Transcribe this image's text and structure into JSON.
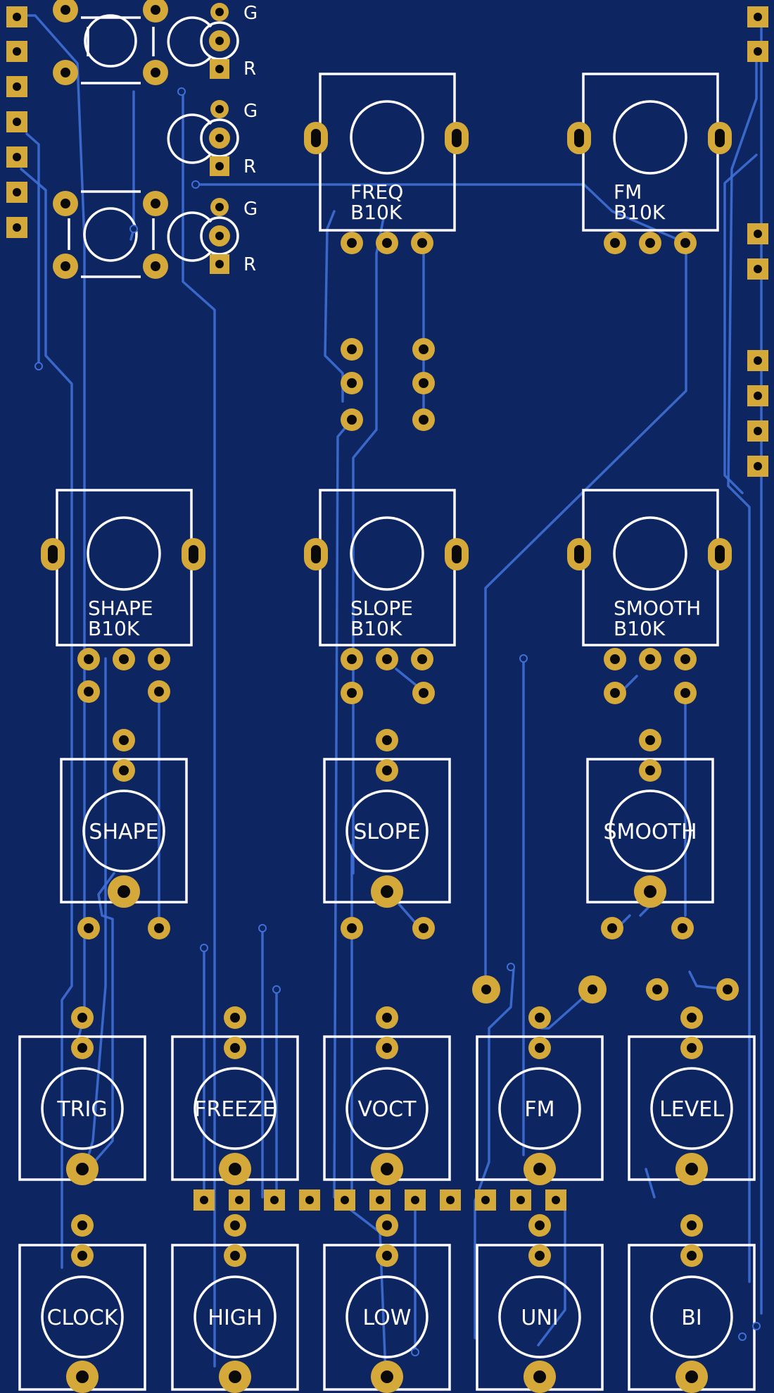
{
  "board": {
    "background": "#0d2560",
    "pad_color": "#d4a93a",
    "trace_color": "#3f6fd6",
    "silk_color": "#ffffff"
  },
  "pots": [
    {
      "name": "FREQ",
      "value": "B10K"
    },
    {
      "name": "FM",
      "value": "B10K"
    },
    {
      "name": "SHAPE",
      "value": "B10K"
    },
    {
      "name": "SLOPE",
      "value": "B10K"
    },
    {
      "name": "SMOOTH",
      "value": "B10K"
    }
  ],
  "jacks": [
    "SHAPE",
    "SLOPE",
    "SMOOTH",
    "TRIG",
    "FREEZE",
    "VOCT",
    "FM",
    "LEVEL",
    "CLOCK",
    "HIGH",
    "LOW",
    "UNI",
    "BI"
  ],
  "leds": [
    {
      "pin_top": "G",
      "pin_bottom": "R"
    },
    {
      "pin_top": "G",
      "pin_bottom": "R"
    },
    {
      "pin_top": "G",
      "pin_bottom": "R"
    }
  ]
}
